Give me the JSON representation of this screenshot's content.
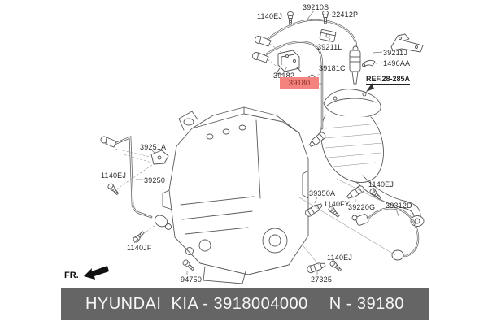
{
  "colors": {
    "highlight_bg": "#f4837e",
    "highlight_fg": "#8a2f2a",
    "footer_bg": "#656565",
    "footer_fg": "#f7f7f7"
  },
  "diagram": {
    "highlight": {
      "text": "39180"
    },
    "ref_label": {
      "text": "REF.28-285A"
    },
    "fr_label": {
      "text": "FR."
    },
    "labels": [
      {
        "id": "1140EJ-top",
        "text": "1140EJ"
      },
      {
        "id": "39210S",
        "text": "39210S"
      },
      {
        "id": "22412P",
        "text": "22412P"
      },
      {
        "id": "39211L",
        "text": "39211L"
      },
      {
        "id": "39211J",
        "text": "39211J"
      },
      {
        "id": "1496AA",
        "text": "1496AA"
      },
      {
        "id": "39182",
        "text": "39182"
      },
      {
        "id": "39181C",
        "text": "39181C"
      },
      {
        "id": "39251A",
        "text": "39251A"
      },
      {
        "id": "1140EJ-left",
        "text": "1140EJ"
      },
      {
        "id": "39250",
        "text": "39250"
      },
      {
        "id": "1140JF",
        "text": "1140JF"
      },
      {
        "id": "39350A",
        "text": "39350A"
      },
      {
        "id": "1140EJ-mid",
        "text": "1140EJ"
      },
      {
        "id": "1140FY",
        "text": "1140FY"
      },
      {
        "id": "39220G",
        "text": "39220G"
      },
      {
        "id": "39312D",
        "text": "39312D"
      },
      {
        "id": "1140EJ-bot",
        "text": "1140EJ"
      },
      {
        "id": "27325",
        "text": "27325"
      },
      {
        "id": "94750",
        "text": "94750"
      }
    ]
  },
  "footer": {
    "left_text": "HYUNDAI  KIA - 3918004000",
    "right_text": "N - 39180"
  }
}
